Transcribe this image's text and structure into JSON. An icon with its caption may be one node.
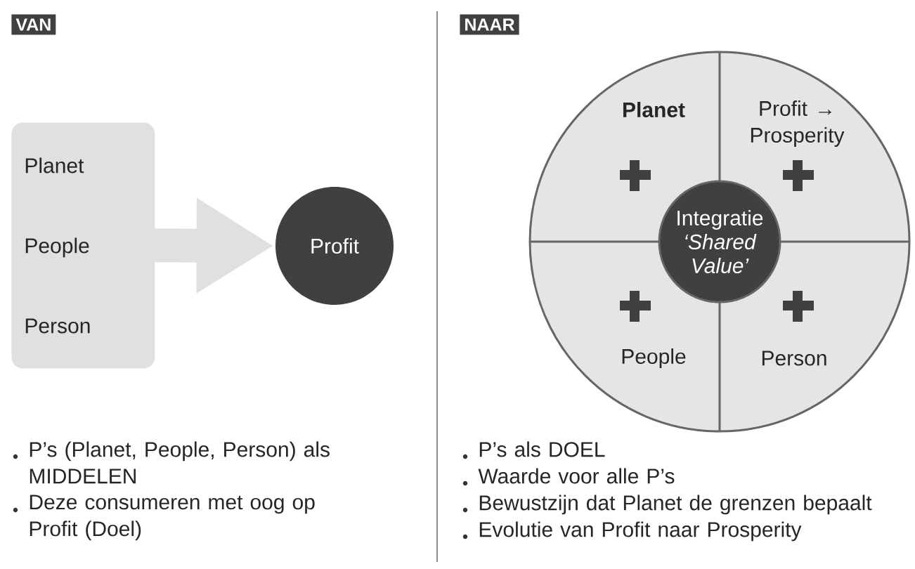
{
  "diagram": {
    "nodes": [
      {
        "text": [
          "VAN"
        ]
      },
      {
        "text": [
          "Planet",
          "People",
          "Person"
        ]
      },
      {
        "text": [
          "Profit"
        ]
      },
      {
        "text": [
          "NAAR"
        ]
      },
      {
        "text": [],
        "shape": "circle"
      },
      {
        "text": [
          "Planet"
        ],
        "in": 4
      },
      {
        "text": [
          "Profit → Prosperity"
        ],
        "in": 4
      },
      {
        "text": [
          "People"
        ],
        "in": 4
      },
      {
        "text": [
          "Person"
        ],
        "in": 4
      },
      {
        "text": [
          "Integratie",
          "‘Shared Value’"
        ],
        "in": 4
      }
    ],
    "edges": [
      {
        "from": 1,
        "to": 2,
        "arrow": "to"
      }
    ],
    "labels": [
      "P’s (Planet, People, Person) als MIDDELEN",
      "Deze consumeren met oog op Profit (Doel)",
      "P’s als DOEL",
      "Waarde voor alle P’s",
      "Bewustzijn dat Planet de grenzen bepaalt",
      "Evolutie van Profit naar Prosperity"
    ]
  }
}
